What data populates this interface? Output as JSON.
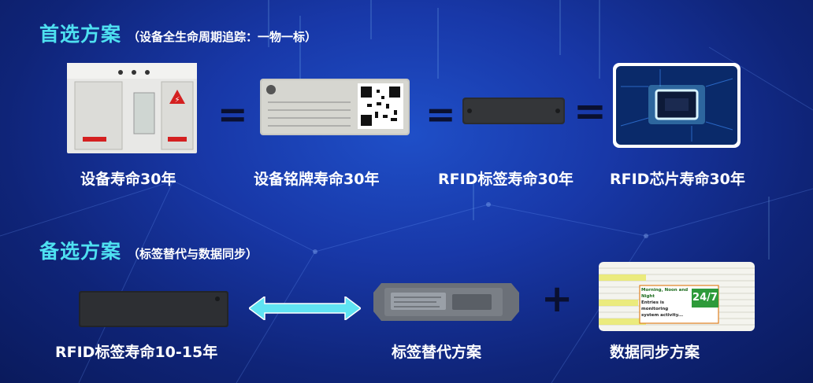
{
  "primary": {
    "title": "首选方案",
    "subtitle": "（设备全生命周期追踪：一物一标）",
    "items": [
      {
        "caption": "设备寿命30年",
        "icon": "equipment-cabinet-image"
      },
      {
        "caption": "设备铭牌寿命30年",
        "icon": "nameplate-qr-image"
      },
      {
        "caption": "RFID标签寿命30年",
        "icon": "rfid-tag-image"
      },
      {
        "caption": "RFID芯片寿命30年",
        "icon": "chip-image"
      }
    ],
    "operators": [
      "=",
      "=",
      "="
    ]
  },
  "alternative": {
    "title": "备选方案",
    "subtitle": "（标签替代与数据同步）",
    "items": [
      {
        "caption": "RFID标签寿命10-15年",
        "icon": "rfid-tag-image"
      },
      {
        "caption": "标签替代方案",
        "icon": "replacement-tag-image"
      },
      {
        "caption": "数据同步方案",
        "icon": "data-sync-image"
      }
    ],
    "operators": [
      "⟷",
      "+"
    ]
  },
  "datasync_image": {
    "banner_line1": "Morning, Noon and Night",
    "banner_line2": "Entries is monitoring",
    "banner_line3": "system activity...",
    "badge": "24/7"
  },
  "colors": {
    "title_accent": "#4ee0f0",
    "background": "#1838a8",
    "arrow": "#5fe3f2"
  }
}
